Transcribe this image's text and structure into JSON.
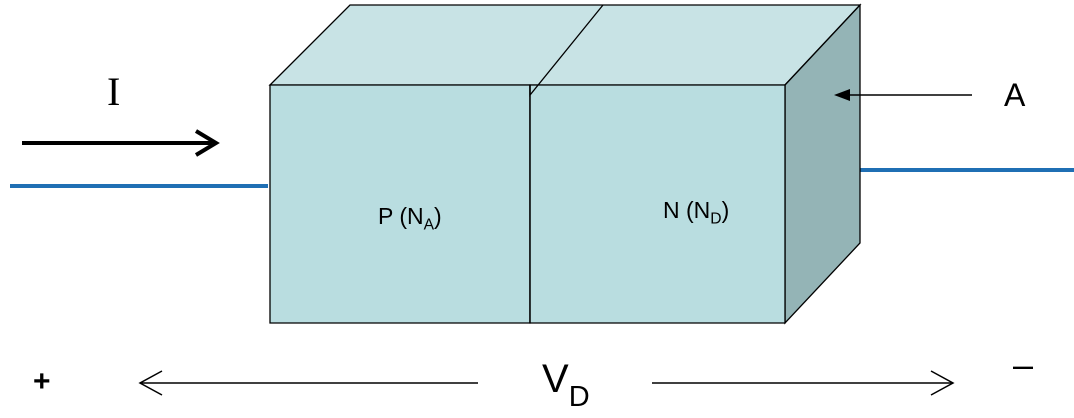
{
  "current_label": "I",
  "area_label": "A",
  "p_region": {
    "letter": "P",
    "open": " (N",
    "sub": "A",
    "close": ")"
  },
  "n_region": {
    "letter": "N",
    "open": " (N",
    "sub": "D",
    "close": ")"
  },
  "voltage": {
    "main": "V",
    "sub": "D"
  },
  "plus_sign": "+",
  "minus_sign": "–",
  "colors": {
    "face_front": "#b9dde0",
    "face_top": "#c8e3e5",
    "face_side": "#94b4b6",
    "lead": "#1f6fb4",
    "outline": "#000000"
  }
}
